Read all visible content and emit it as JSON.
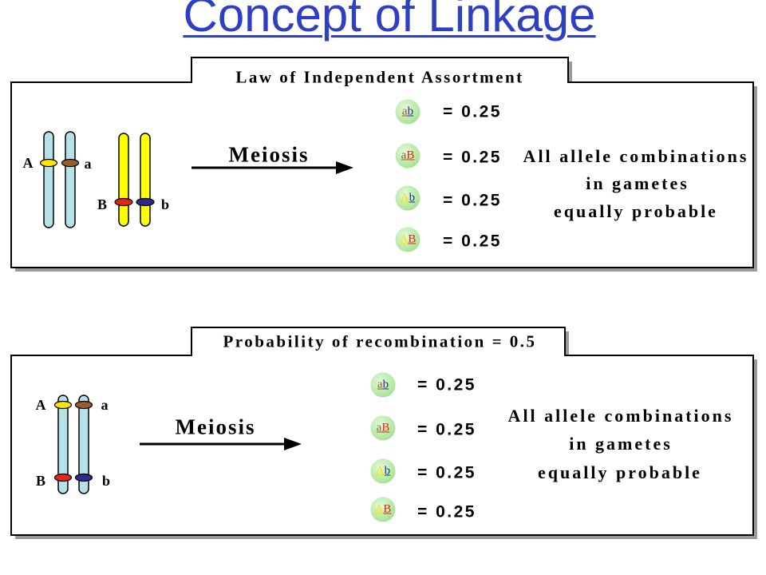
{
  "slide": {
    "title": "Concept of Linkage"
  },
  "colors": {
    "title": "#2F3FC4",
    "panel_shadow": "#9A9A9A",
    "allele_A": "#FFE400",
    "allele_a": "#9C5B2F",
    "allele_B": "#E4251B",
    "allele_b": "#2C2C8C",
    "chromosome_blue": "#B5E1E7",
    "chromosome_yellow": "#FFFF00",
    "gamete_fill": "#A9E793"
  },
  "panels": [
    {
      "tab_label": "Law of Independent Assortment",
      "allele_labels": {
        "A": "A",
        "a": "a",
        "B": "B",
        "b": "b"
      },
      "process_label": "Meiosis",
      "gametes": [
        {
          "alleles": [
            "a",
            "b"
          ],
          "probability": "= 0.25"
        },
        {
          "alleles": [
            "a",
            "B"
          ],
          "probability": "= 0.25"
        },
        {
          "alleles": [
            "A",
            "b"
          ],
          "probability": "= 0.25"
        },
        {
          "alleles": [
            "A",
            "B"
          ],
          "probability": "= 0.25"
        }
      ],
      "conclusion": [
        "All allele combinations",
        "in gametes",
        "equally probable"
      ]
    },
    {
      "tab_label": "Probability of recombination = 0.5",
      "allele_labels": {
        "A": "A",
        "a": "a",
        "B": "B",
        "b": "b"
      },
      "process_label": "Meiosis",
      "gametes": [
        {
          "alleles": [
            "a",
            "b"
          ],
          "probability": "= 0.25"
        },
        {
          "alleles": [
            "a",
            "B"
          ],
          "probability": "= 0.25"
        },
        {
          "alleles": [
            "A",
            "b"
          ],
          "probability": "= 0.25"
        },
        {
          "alleles": [
            "A",
            "B"
          ],
          "probability": "= 0.25"
        }
      ],
      "conclusion": [
        "All allele combinations",
        "in gametes",
        "equally probable"
      ]
    }
  ]
}
